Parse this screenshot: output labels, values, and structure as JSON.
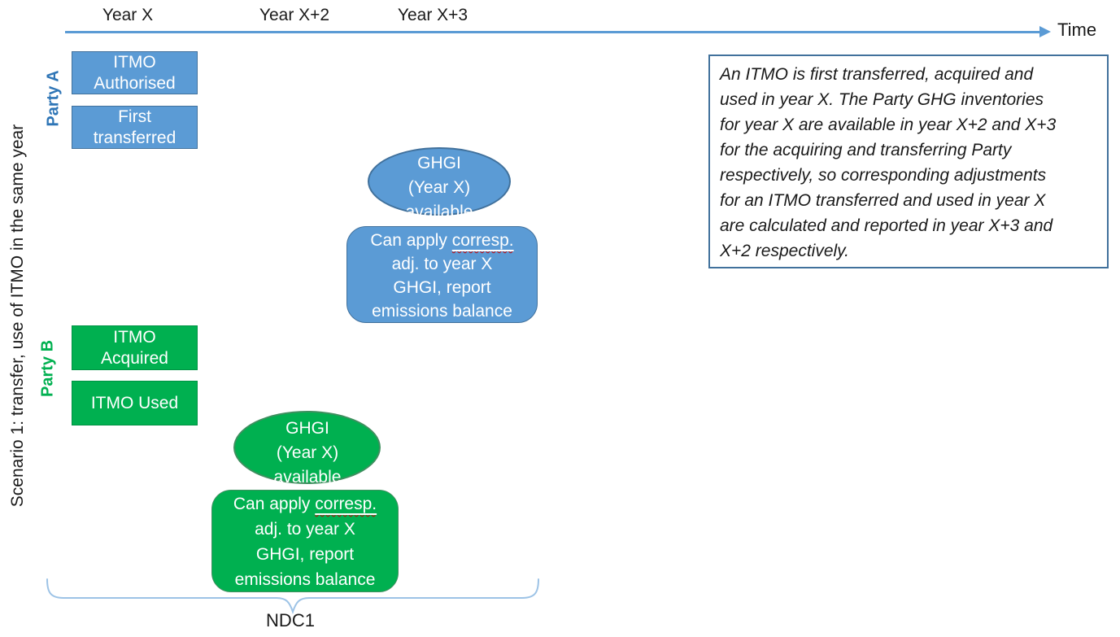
{
  "diagram": {
    "scenario_label": "Scenario 1: transfer, use of ITMO in the same year",
    "timeline": {
      "year_labels": [
        "Year X",
        "Year X+2",
        "Year X+3"
      ],
      "time_label": "Time"
    },
    "party_a": {
      "label": "Party A",
      "box1": {
        "line1": "ITMO",
        "line2": "Authorised"
      },
      "box2": {
        "line1": "First",
        "line2": "transferred"
      },
      "ghgi_ellipse": {
        "line1": "GHGI",
        "line2": "(Year X)",
        "line3": "available"
      },
      "process_box": {
        "line1_prefix": "Can apply ",
        "line1_word": "corresp.",
        "line2": "adj. to year X",
        "line3": "GHGI, report",
        "line4": "emissions balance"
      }
    },
    "party_b": {
      "label": "Party B",
      "box1": {
        "line1": "ITMO",
        "line2": "Acquired"
      },
      "box2": {
        "line1": "ITMO Used"
      },
      "ghgi_ellipse": {
        "line1": "GHGI",
        "line2": "(Year X)",
        "line3": "available"
      },
      "process_box": {
        "line1_prefix": "Can apply ",
        "line1_word": "corresp.",
        "line2": "adj. to year X",
        "line3": "GHGI, report",
        "line4": "emissions balance"
      }
    },
    "ndc_label": "NDC1",
    "note": {
      "lines": [
        "An ITMO is first transferred, acquired and",
        "used in year X. The Party GHG inventories",
        "for year X are available in year X+2 and X+3",
        "for the acquiring and transferring Party",
        "respectively, so corresponding adjustments",
        "for an ITMO transferred and used in year X",
        "are calculated and reported in year X+3 and",
        "X+2 respectively."
      ]
    },
    "colors": {
      "blue_fill": "#5B9BD5",
      "blue_border": "#41719C",
      "green_fill": "#00B050",
      "green_border": "#3F8F5F",
      "party_a_text": "#2E75B6",
      "party_b_text": "#00B050",
      "timeline_arrow": "#5B9BD5",
      "brace": "#9DC3E6",
      "spellcheck_squiggle": "#C00000"
    }
  }
}
